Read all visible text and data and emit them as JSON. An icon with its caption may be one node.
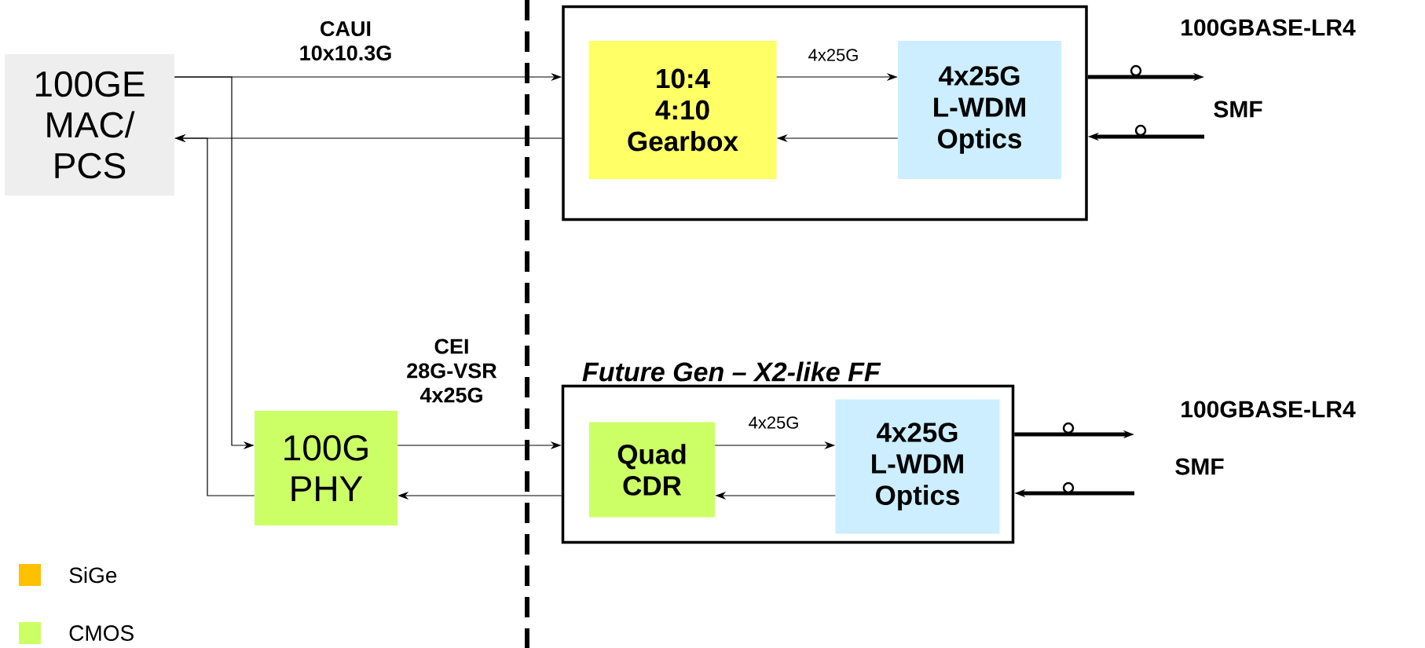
{
  "diagram": {
    "nodes": [
      {
        "text": [
          "100GE MAC/ PCS"
        ]
      },
      {
        "text": [],
        "shape": "box"
      },
      {
        "text": [
          "10:4",
          "4:10",
          "Gearbox"
        ],
        "in": 1
      },
      {
        "text": [
          "4x25G L-WDM Optics"
        ],
        "in": 1
      },
      {
        "text": [
          "Future Gen – X2-like FF"
        ]
      },
      {
        "text": [
          "100G PHY"
        ]
      },
      {
        "text": [
          "Quad CDR"
        ],
        "in": 4
      },
      {
        "text": [
          "4x25G L-WDM Optics"
        ],
        "in": 4
      }
    ],
    "edges": [
      {
        "from": 0,
        "to": 1,
        "arrow": "to",
        "label": "CAUI 10x10.3G"
      },
      {
        "from": 1,
        "to": 0,
        "arrow": "to"
      },
      {
        "from": 2,
        "to": 3,
        "arrow": "to",
        "label": "4x25G"
      },
      {
        "from": 3,
        "to": 2,
        "arrow": "to"
      },
      {
        "from": 0,
        "to": 5,
        "arrow": "to"
      },
      {
        "from": 5,
        "to": 0,
        "arrow": "to"
      },
      {
        "from": 5,
        "to": 4,
        "arrow": "to",
        "label": "CEI 28G-VSR 4x25G"
      },
      {
        "from": 4,
        "to": 5,
        "arrow": "to"
      },
      {
        "from": 6,
        "to": 7,
        "arrow": "to",
        "label": "4x25G"
      },
      {
        "from": 7,
        "to": 6,
        "arrow": "to"
      },
      {
        "from": 1,
        "to": null,
        "arrow": "to",
        "style": "thick"
      },
      {
        "from": null,
        "to": 1,
        "arrow": "to",
        "style": "thick"
      },
      {
        "from": 4,
        "to": null,
        "arrow": "to",
        "style": "thick"
      },
      {
        "from": null,
        "to": 4,
        "arrow": "to",
        "style": "thick"
      }
    ],
    "labels": [
      "100GBASE-LR4",
      "SMF",
      "100GBASE-LR4",
      "SMF"
    ],
    "legend": [
      {
        "text": "SiGe",
        "color": "#ffc000"
      },
      {
        "text": "CMOS",
        "color": "#ccff66"
      }
    ]
  }
}
